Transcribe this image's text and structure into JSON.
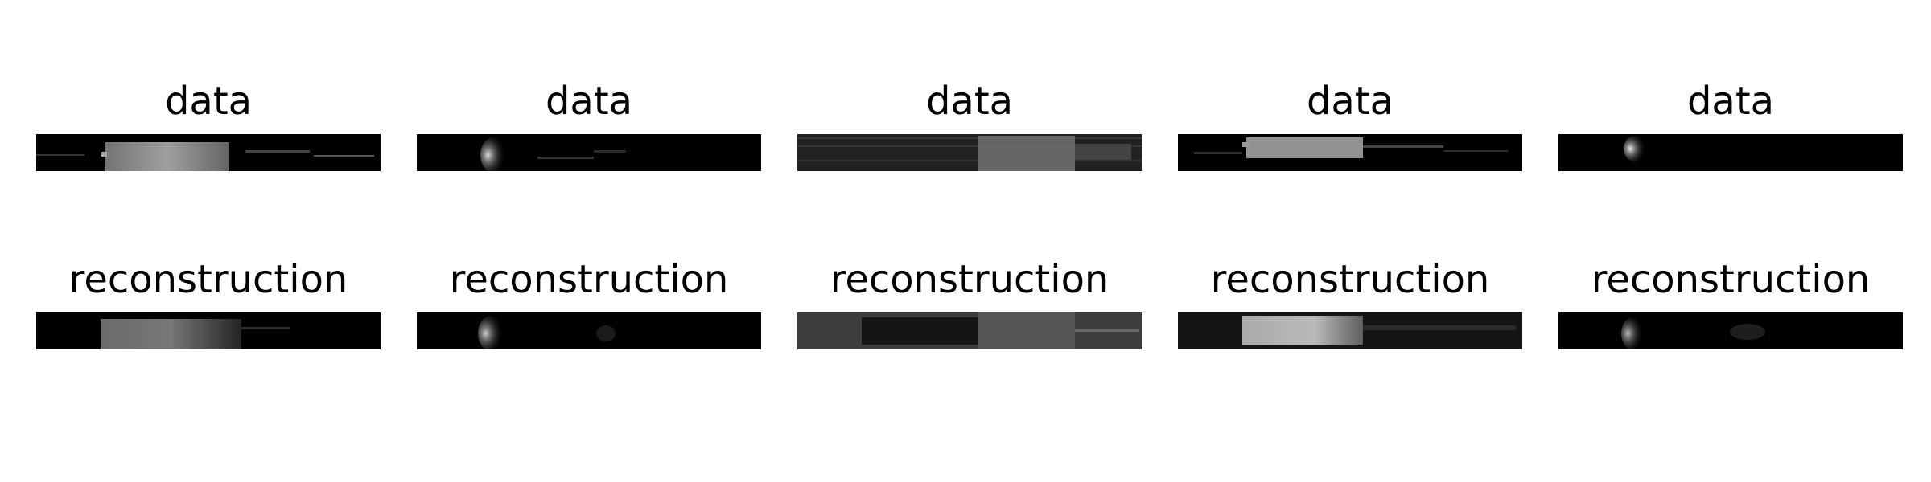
{
  "figure": {
    "rows": [
      {
        "row": "data",
        "panels": [
          {
            "title": "data"
          },
          {
            "title": "data"
          },
          {
            "title": "data"
          },
          {
            "title": "data"
          },
          {
            "title": "data"
          }
        ]
      },
      {
        "row": "reconstruction",
        "panels": [
          {
            "title": "reconstruction"
          },
          {
            "title": "reconstruction"
          },
          {
            "title": "reconstruction"
          },
          {
            "title": "reconstruction"
          },
          {
            "title": "reconstruction"
          }
        ]
      }
    ]
  },
  "chart_data": {
    "type": "heatmap",
    "colormap": "grayscale",
    "background_color": "#000000",
    "grid": false,
    "panels": [
      {
        "row": 0,
        "col": 0,
        "title": "data",
        "brightness": "medium"
      },
      {
        "row": 0,
        "col": 1,
        "title": "data",
        "brightness": "low"
      },
      {
        "row": 0,
        "col": 2,
        "title": "data",
        "brightness": "medium"
      },
      {
        "row": 0,
        "col": 3,
        "title": "data",
        "brightness": "medium"
      },
      {
        "row": 0,
        "col": 4,
        "title": "data",
        "brightness": "low"
      },
      {
        "row": 1,
        "col": 0,
        "title": "reconstruction",
        "brightness": "medium"
      },
      {
        "row": 1,
        "col": 1,
        "title": "reconstruction",
        "brightness": "low"
      },
      {
        "row": 1,
        "col": 2,
        "title": "reconstruction",
        "brightness": "medium"
      },
      {
        "row": 1,
        "col": 3,
        "title": "reconstruction",
        "brightness": "medium"
      },
      {
        "row": 1,
        "col": 4,
        "title": "reconstruction",
        "brightness": "low"
      }
    ]
  }
}
